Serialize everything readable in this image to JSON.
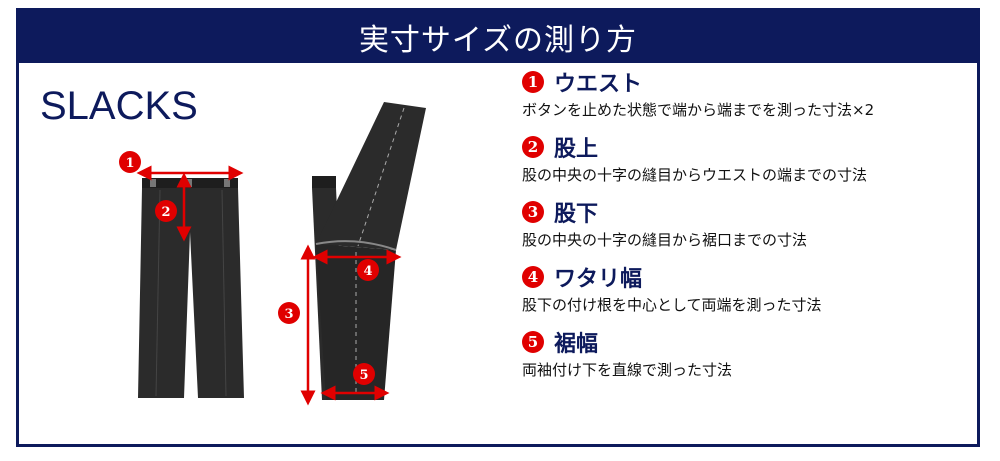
{
  "header": {
    "title": "実寸サイズの測り方"
  },
  "diagram": {
    "label": "SLACKS",
    "marker_numbers": [
      "1",
      "2",
      "3",
      "4",
      "5"
    ]
  },
  "colors": {
    "navy": "#0d1a5c",
    "red": "#e00000",
    "fabric": "#2b2b2b"
  },
  "legend": [
    {
      "num": "1",
      "title": "ウエスト",
      "desc": "ボタンを止めた状態で端から端までを測った寸法×2"
    },
    {
      "num": "2",
      "title": "股上",
      "desc": "股の中央の十字の縫目からウエストの端までの寸法"
    },
    {
      "num": "3",
      "title": "股下",
      "desc": "股の中央の十字の縫目から裾口までの寸法"
    },
    {
      "num": "4",
      "title": "ワタリ幅",
      "desc": "股下の付け根を中心として両端を測った寸法"
    },
    {
      "num": "5",
      "title": "裾幅",
      "desc": "両袖付け下を直線で測った寸法"
    }
  ]
}
